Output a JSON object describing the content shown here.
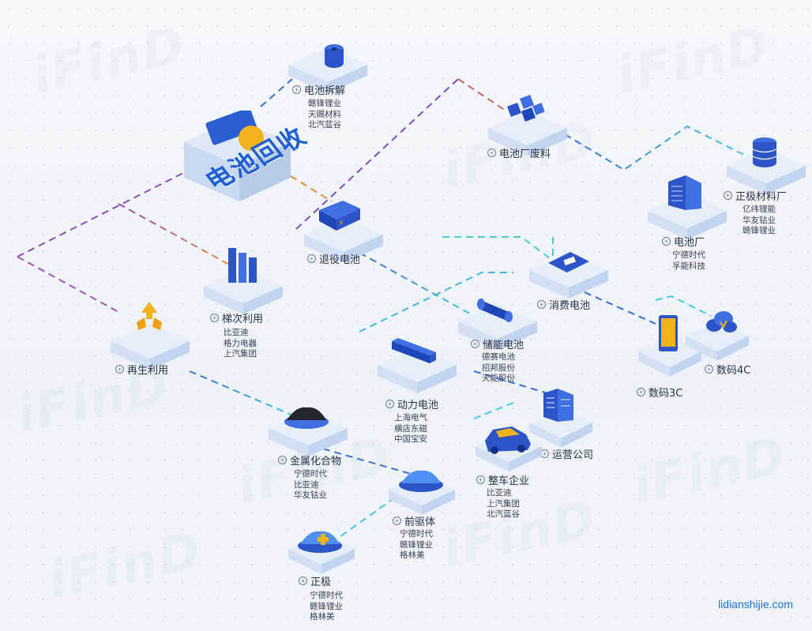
{
  "brand_color": "#1f5fd6",
  "title": "电池回收",
  "nodes": {
    "disassembly": {
      "label": "电池拆解",
      "companies": [
        "赣锋锂业",
        "天赐材料",
        "北汽蓝谷"
      ],
      "icon": "roll-icon"
    },
    "factory_waste": {
      "label": "电池厂废料",
      "companies": [],
      "icon": "cubes-icon"
    },
    "cathode_factory": {
      "label": "正极材料厂",
      "companies": [
        "亿纬锂能",
        "华友钴业",
        "赣锋锂业"
      ],
      "icon": "database-icon"
    },
    "battery_factory": {
      "label": "电池厂",
      "companies": [
        "宁德时代",
        "孚能科技"
      ],
      "icon": "building-icon"
    },
    "retired": {
      "label": "退役电池",
      "companies": [],
      "icon": "battery-pack-icon"
    },
    "cascade": {
      "label": "梯次利用",
      "companies": [
        "比亚迪",
        "格力电器",
        "上汽集团"
      ],
      "icon": "bars-icon"
    },
    "regen": {
      "label": "再生利用",
      "companies": [],
      "icon": "recycle-icon"
    },
    "consumer": {
      "label": "消费电池",
      "companies": [],
      "icon": "battery-card-icon"
    },
    "storage": {
      "label": "储能电池",
      "companies": [
        "德赛电池",
        "招邦股份",
        "天能股份"
      ],
      "icon": "cylinder-battery-icon"
    },
    "power": {
      "label": "动力电池",
      "companies": [
        "上海电气",
        "横店东磁",
        "中国宝安"
      ],
      "icon": "bar-battery-icon"
    },
    "digital3c": {
      "label": "数码3C",
      "companies": [],
      "icon": "phone-icon"
    },
    "digital4c": {
      "label": "数码4C",
      "companies": [],
      "icon": "cloud-icon"
    },
    "operator": {
      "label": "运营公司",
      "companies": [],
      "icon": "office-icon"
    },
    "oem": {
      "label": "整车企业",
      "companies": [
        "比亚迪",
        "上汽集团",
        "北汽蓝谷"
      ],
      "icon": "car-icon"
    },
    "metal": {
      "label": "金属化合物",
      "companies": [
        "宁德时代",
        "比亚迪",
        "华友钴业"
      ],
      "icon": "powder-dark-icon"
    },
    "precursor": {
      "label": "前驱体",
      "companies": [
        "宁德时代",
        "赣锋锂业",
        "格林美"
      ],
      "icon": "powder-blue-icon"
    },
    "cathode": {
      "label": "正极",
      "companies": [
        "宁德时代",
        "赣锋锂业",
        "格林美"
      ],
      "icon": "plus-powder-icon"
    }
  },
  "watermark": "iFinD",
  "footer": "lidianshijie.com"
}
